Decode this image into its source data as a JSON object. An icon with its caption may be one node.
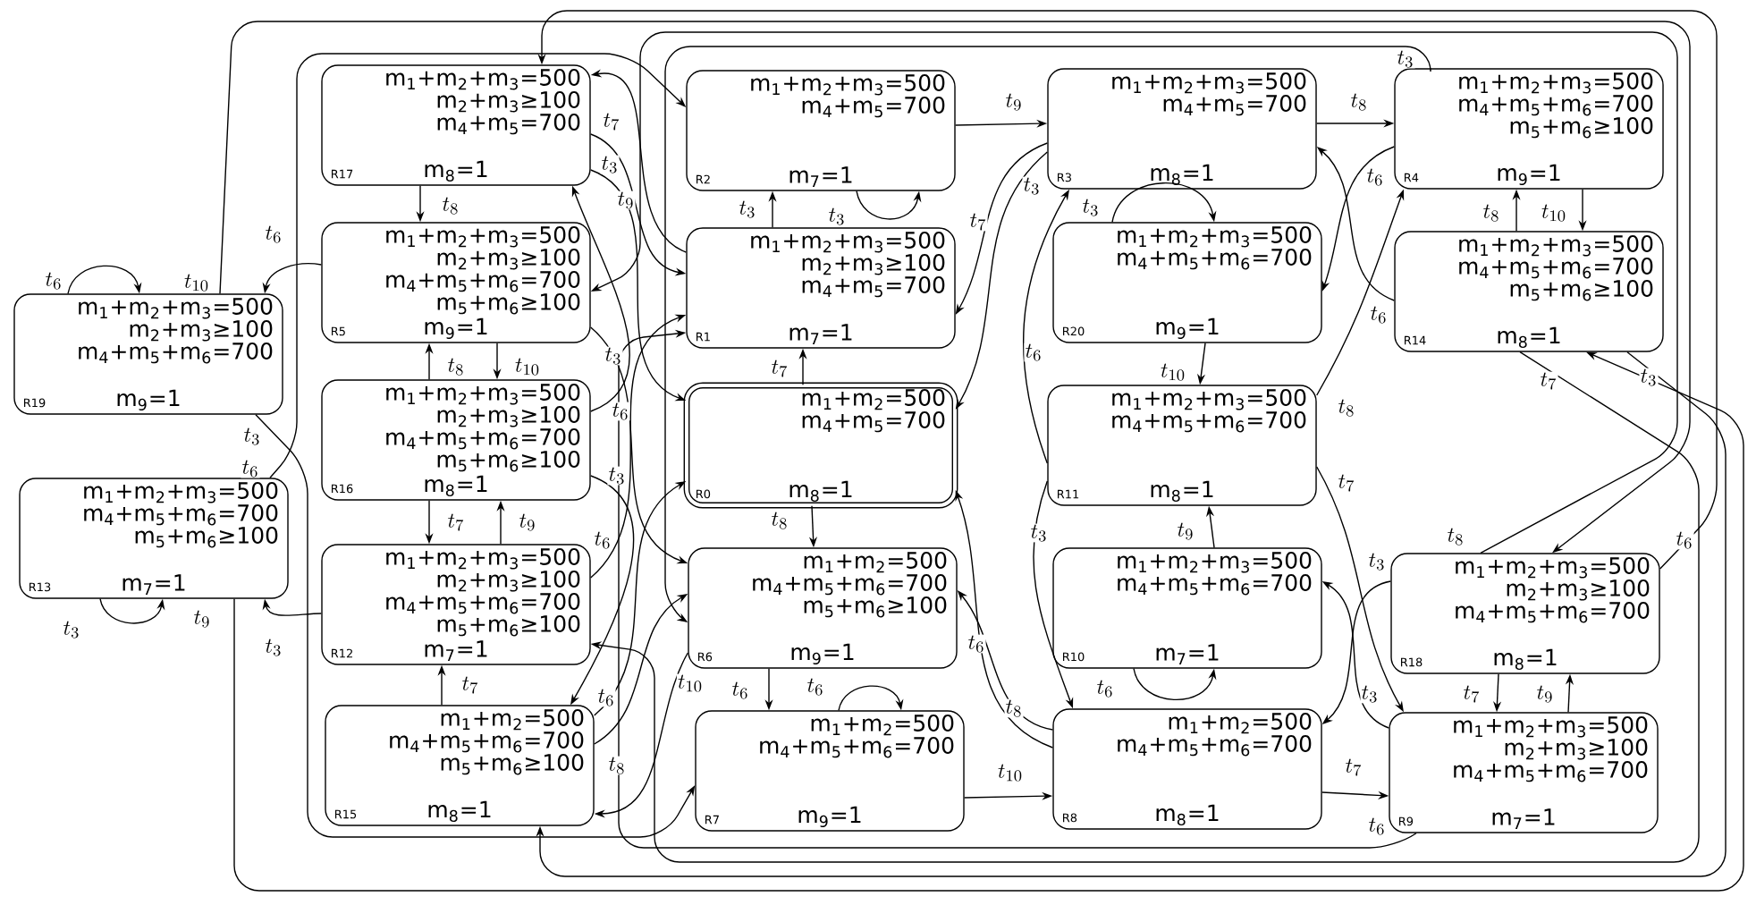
{
  "diagram": {
    "nodes": [
      {
        "text": [
          "m$_{1}$+m$_{2}$=500",
          "m$_{4}$+m$_{5}$=700",
          "m$_{8}$=1",
          "R0"
        ]
      },
      {
        "text": [
          "m$_{1}$+m$_{2}$+m$_{3}$=500",
          "m$_{2}$+m$_{3}$≥100",
          "m$_{4}$+m$_{5}$=700",
          "m$_{7}$=1",
          "R1"
        ]
      },
      {
        "text": [
          "m$_{1}$+m$_{2}$+m$_{3}$=500",
          "m$_{4}$+m$_{5}$=700",
          "m$_{7}$=1",
          "R2"
        ]
      },
      {
        "text": [
          "m$_{1}$+m$_{2}$+m$_{3}$=500",
          "m$_{4}$+m$_{5}$=700",
          "m$_{8}$=1",
          "R3"
        ]
      },
      {
        "text": [
          "m$_{1}$+m$_{2}$+m$_{3}$=500",
          "m$_{4}$+m$_{5}$+m$_{6}$=700",
          "m$_{5}$+m$_{6}$≥100",
          "m$_{9}$=1",
          "R4"
        ]
      },
      {
        "text": [
          "m$_{1}$+m$_{2}$+m$_{3}$=500",
          "m$_{2}$+m$_{3}$≥100",
          "m$_{4}$+m$_{5}$+m$_{6}$=700",
          "m$_{5}$+m$_{6}$≥100",
          "m$_{9}$=1",
          "R5"
        ]
      },
      {
        "text": [
          "m$_{1}$+m$_{2}$=500",
          "m$_{4}$+m$_{5}$+m$_{6}$=700",
          "m$_{5}$+m$_{6}$≥100",
          "m$_{9}$=1",
          "R6"
        ]
      },
      {
        "text": [
          "m$_{1}$+m$_{2}$=500",
          "m$_{4}$+m$_{5}$+m$_{6}$=700",
          "m$_{9}$=1",
          "R7"
        ]
      },
      {
        "text": [
          "m$_{1}$+m$_{2}$=500",
          "m$_{4}$+m$_{5}$+m$_{6}$=700",
          "m$_{8}$=1",
          "R8"
        ]
      },
      {
        "text": [
          "m$_{1}$+m$_{2}$+m$_{3}$=500",
          "m$_{2}$+m$_{3}$≥100",
          "m$_{4}$+m$_{5}$+m$_{6}$=700",
          "m$_{7}$=1",
          "R9"
        ]
      },
      {
        "text": [
          "m$_{1}$+m$_{2}$+m$_{3}$=500",
          "m$_{4}$+m$_{5}$+m$_{6}$=700",
          "m$_{7}$=1",
          "R10"
        ]
      },
      {
        "text": [
          "m$_{1}$+m$_{2}$+m$_{3}$=500",
          "m$_{4}$+m$_{5}$+m$_{6}$=700",
          "m$_{8}$=1",
          "R11"
        ]
      },
      {
        "text": [
          "m$_{1}$+m$_{2}$+m$_{3}$=500",
          "m$_{2}$+m$_{3}$≥100",
          "m$_{4}$+m$_{5}$+m$_{6}$=700",
          "m$_{5}$+m$_{6}$≥100",
          "m$_{7}$=1",
          "R12"
        ]
      },
      {
        "text": [
          "m$_{1}$+m$_{2}$+m$_{3}$=500",
          "m$_{4}$+m$_{5}$+m$_{6}$=700",
          "m$_{5}$+m$_{6}$≥100",
          "m$_{7}$=1",
          "R13"
        ]
      },
      {
        "text": [
          "m$_{1}$+m$_{2}$+m$_{3}$=500",
          "m$_{4}$+m$_{5}$+m$_{6}$=700",
          "m$_{5}$+m$_{6}$≥100",
          "m$_{8}$=1",
          "R14"
        ]
      },
      {
        "text": [
          "m$_{1}$+m$_{2}$=500",
          "m$_{4}$+m$_{5}$+m$_{6}$=700",
          "m$_{5}$+m$_{6}$≥100",
          "m$_{8}$=1",
          "R15"
        ]
      },
      {
        "text": [
          "m$_{1}$+m$_{2}$+m$_{3}$=500",
          "m$_{2}$+m$_{3}$≥100",
          "m$_{4}$+m$_{5}$+m$_{6}$=700",
          "m$_{5}$+m$_{6}$≥100",
          "m$_{8}$=1",
          "R16"
        ]
      },
      {
        "text": [
          "m$_{1}$+m$_{2}$+m$_{3}$=500",
          "m$_{2}$+m$_{3}$≥100",
          "m$_{4}$+m$_{5}$=700",
          "m$_{8}$=1",
          "R17"
        ]
      },
      {
        "text": [
          "m$_{1}$+m$_{2}$+m$_{3}$=500",
          "m$_{2}$+m$_{3}$≥100",
          "m$_{4}$+m$_{5}$+m$_{6}$=700",
          "m$_{8}$=1",
          "R18"
        ]
      },
      {
        "text": [
          "m$_{1}$+m$_{2}$+m$_{3}$=500",
          "m$_{2}$+m$_{3}$≥100",
          "m$_{4}$+m$_{5}$+m$_{6}$=700",
          "m$_{9}$=1",
          "R19"
        ]
      },
      {
        "text": [
          "m$_{1}$+m$_{2}$+m$_{3}$=500",
          "m$_{4}$+m$_{5}$+m$_{6}$=700",
          "m$_{9}$=1",
          "R20"
        ]
      }
    ],
    "edges": [
      {
        "from": 0,
        "to": 1,
        "arrow": "to",
        "label": "t_{7}"
      },
      {
        "from": 1,
        "to": 2,
        "arrow": "to",
        "label": "t_{3}"
      },
      {
        "from": 2,
        "to": 2,
        "arrow": "to",
        "label": "t_{3}"
      },
      {
        "from": 2,
        "to": 3,
        "arrow": "to",
        "label": "t_{9}"
      },
      {
        "from": 1,
        "to": 17,
        "arrow": "to",
        "label": "t_{9}"
      },
      {
        "from": 17,
        "to": 1,
        "arrow": "to",
        "label": "t_{7}"
      },
      {
        "from": 17,
        "to": 5,
        "arrow": "to",
        "label": "t_{8}"
      },
      {
        "from": 17,
        "to": 0,
        "arrow": "to",
        "label": "t_{3}"
      },
      {
        "from": 3,
        "to": 4,
        "arrow": "to",
        "label": "t_{8}"
      },
      {
        "from": 3,
        "to": 1,
        "arrow": "to",
        "label": "t_{7}"
      },
      {
        "from": 3,
        "to": 0,
        "arrow": "to",
        "label": "t_{3}"
      },
      {
        "from": 4,
        "to": 14,
        "arrow": "to",
        "label": "t_{10}"
      },
      {
        "from": 14,
        "to": 4,
        "arrow": "to",
        "label": "t_{8}"
      },
      {
        "from": 4,
        "to": 20,
        "arrow": "to",
        "label": "t_{6}"
      },
      {
        "from": 14,
        "to": 3,
        "arrow": "to",
        "label": "t_{6}"
      },
      {
        "from": 11,
        "to": 4,
        "arrow": "to",
        "label": "t_{8}"
      },
      {
        "from": 11,
        "to": 3,
        "arrow": "to",
        "label": "t_{6}"
      },
      {
        "from": 20,
        "to": 20,
        "arrow": "to",
        "label": "t_{3}"
      },
      {
        "from": 20,
        "to": 11,
        "arrow": "to",
        "label": "t_{10}"
      },
      {
        "from": 10,
        "to": 11,
        "arrow": "to",
        "label": "t_{9}"
      },
      {
        "from": 10,
        "to": 10,
        "arrow": "to",
        "label": "t_{6}"
      },
      {
        "from": 11,
        "to": 9,
        "arrow": "to",
        "label": "t_{7}"
      },
      {
        "from": 11,
        "to": 8,
        "arrow": "to",
        "label": "t_{3}"
      },
      {
        "from": 18,
        "to": 8,
        "arrow": "to",
        "label": "t_{3}"
      },
      {
        "from": 9,
        "to": 10,
        "arrow": "to",
        "label": "t_{3}"
      },
      {
        "from": 8,
        "to": 9,
        "arrow": "to",
        "label": "t_{7}"
      },
      {
        "from": 18,
        "to": 9,
        "arrow": "to",
        "label": "t_{7}"
      },
      {
        "from": 9,
        "to": 18,
        "arrow": "to",
        "label": "t_{9}"
      },
      {
        "from": 0,
        "to": 6,
        "arrow": "to",
        "label": "t_{8}"
      },
      {
        "from": 6,
        "to": 7,
        "arrow": "to",
        "label": "t_{6}"
      },
      {
        "from": 7,
        "to": 7,
        "arrow": "to",
        "label": "t_{6}"
      },
      {
        "from": 7,
        "to": 8,
        "arrow": "to",
        "label": "t_{10}"
      },
      {
        "from": 8,
        "to": 6,
        "arrow": "to",
        "label": "t_{8}"
      },
      {
        "from": 8,
        "to": 0,
        "arrow": "to",
        "label": "t_{6}"
      },
      {
        "from": 5,
        "to": 19,
        "arrow": "to",
        "label": "t_{6}"
      },
      {
        "from": 19,
        "to": 19,
        "arrow": "to",
        "label": "t_{6}"
      },
      {
        "from": 5,
        "to": 16,
        "arrow": "to",
        "label": "t_{10}"
      },
      {
        "from": 16,
        "to": 5,
        "arrow": "to",
        "label": "t_{8}"
      },
      {
        "from": 16,
        "to": 12,
        "arrow": "to",
        "label": "t_{7}"
      },
      {
        "from": 12,
        "to": 16,
        "arrow": "to",
        "label": "t_{9}"
      },
      {
        "from": 15,
        "to": 12,
        "arrow": "to",
        "label": "t_{7}"
      },
      {
        "from": 12,
        "to": 13,
        "arrow": "to",
        "label": "t_{3}"
      },
      {
        "from": 13,
        "to": 13,
        "arrow": "to",
        "label": "t_{3}"
      },
      {
        "from": 5,
        "to": 6,
        "arrow": "to",
        "label": "t_{3}"
      },
      {
        "from": 16,
        "to": 17,
        "arrow": "to",
        "label": "t_{6}"
      },
      {
        "from": 16,
        "to": 15,
        "arrow": "to",
        "label": "t_{3}"
      },
      {
        "from": 12,
        "to": 1,
        "arrow": "to",
        "label": "t_{6}"
      },
      {
        "from": 15,
        "to": 0,
        "arrow": "to",
        "label": "t_{6}"
      },
      {
        "from": 15,
        "to": 6,
        "arrow": "to",
        "label": "t_{8}"
      },
      {
        "from": 6,
        "to": 15,
        "arrow": "to",
        "label": "t_{10}"
      },
      {
        "from": 4,
        "to": 6,
        "arrow": "to",
        "label": "t_{3}"
      },
      {
        "from": 18,
        "to": 17,
        "arrow": "to",
        "label": "t_{6}"
      },
      {
        "from": 19,
        "to": 18,
        "arrow": "to",
        "label": "t_{10}"
      },
      {
        "from": 18,
        "to": 5,
        "arrow": "to",
        "label": "t_{8}"
      },
      {
        "from": 13,
        "to": 2,
        "arrow": "to",
        "label": "t_{6}"
      },
      {
        "from": 13,
        "to": 14,
        "arrow": "to",
        "label": "t_{9}"
      },
      {
        "from": 14,
        "to": 15,
        "arrow": "to",
        "label": "t_{3}"
      },
      {
        "from": 14,
        "to": 12,
        "arrow": "to",
        "label": "t_{7}"
      },
      {
        "from": 9,
        "to": 1,
        "arrow": "to",
        "label": "t_{6}"
      },
      {
        "from": 19,
        "to": 7,
        "arrow": "to",
        "label": "t_{3}"
      }
    ]
  }
}
